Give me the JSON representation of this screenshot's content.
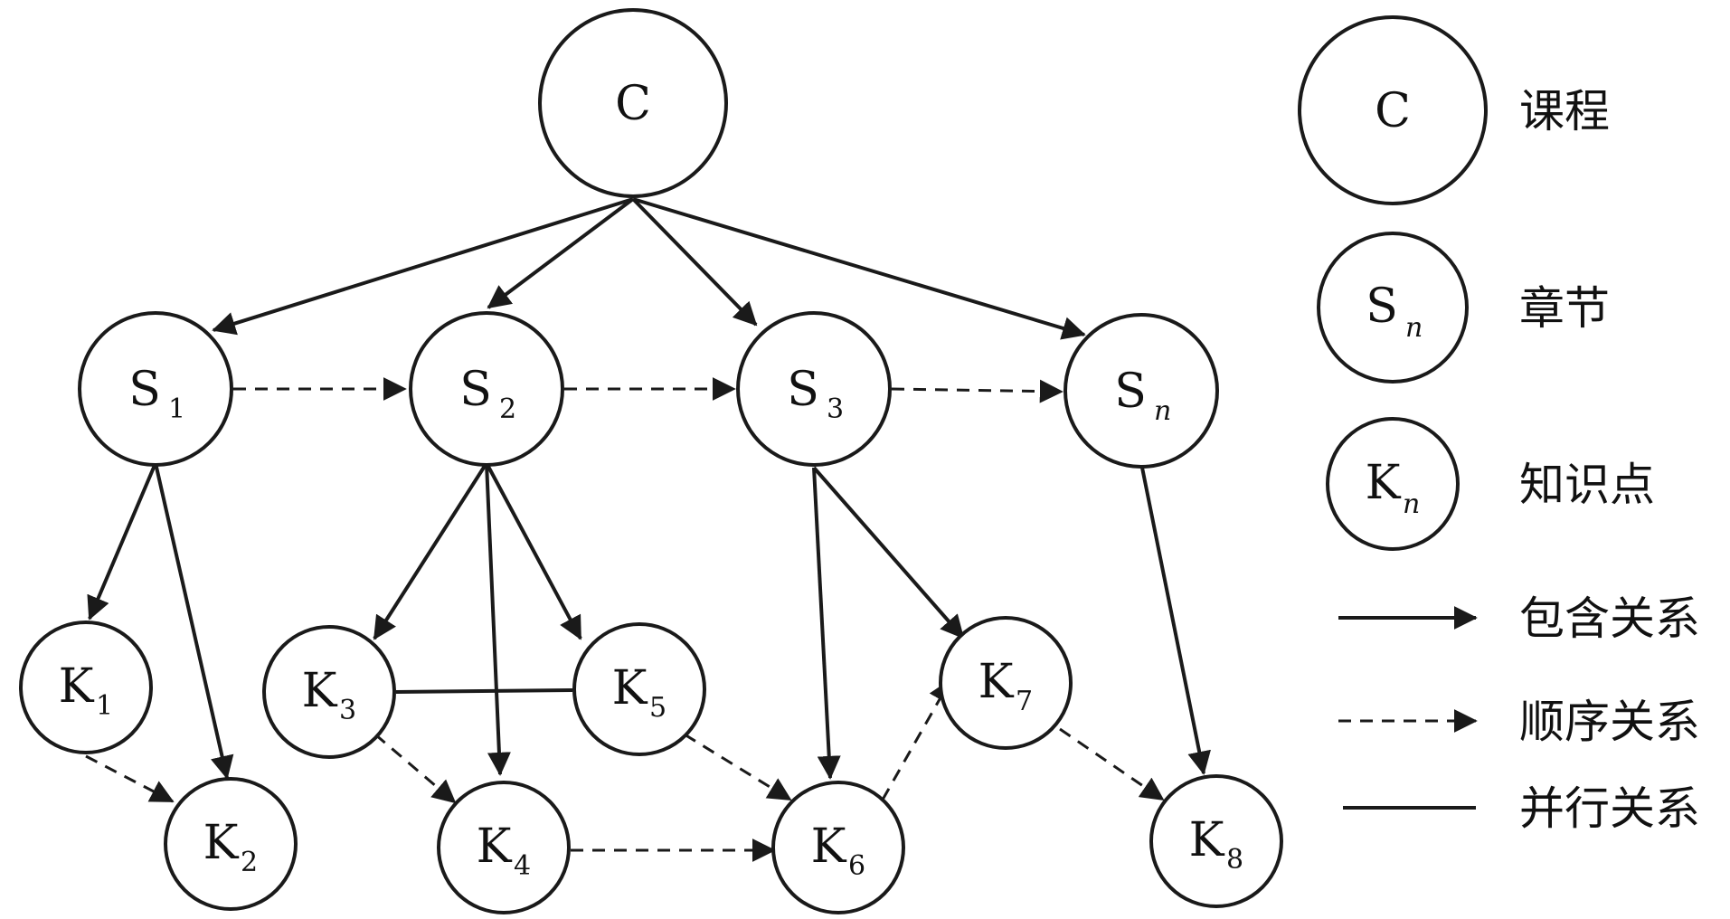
{
  "nodes": {
    "C": {
      "main": "C",
      "sub": ""
    },
    "S1": {
      "main": "S",
      "sub": "1"
    },
    "S2": {
      "main": "S",
      "sub": "2"
    },
    "S3": {
      "main": "S",
      "sub": "3"
    },
    "Sn": {
      "main": "S",
      "sub": "n"
    },
    "K1": {
      "main": "K",
      "sub": "1"
    },
    "K2": {
      "main": "K",
      "sub": "2"
    },
    "K3": {
      "main": "K",
      "sub": "3"
    },
    "K4": {
      "main": "K",
      "sub": "4"
    },
    "K5": {
      "main": "K",
      "sub": "5"
    },
    "K6": {
      "main": "K",
      "sub": "6"
    },
    "K7": {
      "main": "K",
      "sub": "7"
    },
    "K8": {
      "main": "K",
      "sub": "8"
    }
  },
  "legend": {
    "course": {
      "node_main": "C",
      "node_sub": "",
      "label": "课程"
    },
    "chapter": {
      "node_main": "S",
      "node_sub": "n",
      "label": "章节"
    },
    "point": {
      "node_main": "K",
      "node_sub": "n",
      "label": "知识点"
    },
    "contains": {
      "label": "包含关系"
    },
    "sequence": {
      "label": "顺序关系"
    },
    "parallel": {
      "label": "并行关系"
    }
  }
}
